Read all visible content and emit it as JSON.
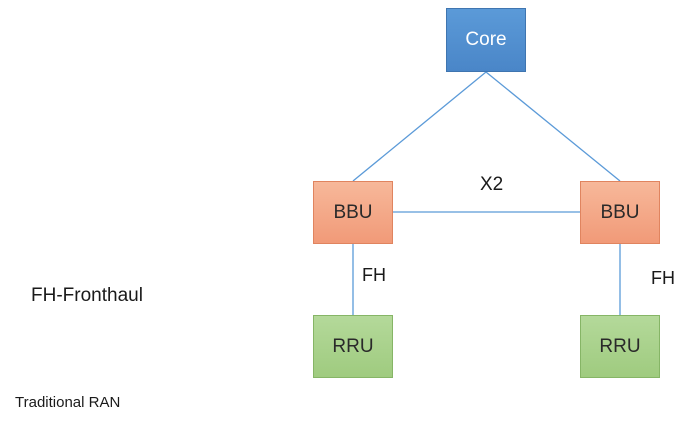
{
  "nodes": {
    "core": "Core",
    "bbu_left": "BBU",
    "bbu_right": "BBU",
    "rru_left": "RRU",
    "rru_right": "RRU"
  },
  "links": {
    "bbu_bbu_label": "X2",
    "fronthaul_left_label": "FH",
    "fronthaul_right_label": "FH"
  },
  "legend": {
    "fronthaul": "FH-Fronthaul"
  },
  "caption": "Traditional RAN",
  "colors": {
    "core_fill": "#5b9ad8",
    "bbu_fill": "#f4a683",
    "rru_fill": "#a9d18e",
    "link_line": "#5b9ad8"
  }
}
